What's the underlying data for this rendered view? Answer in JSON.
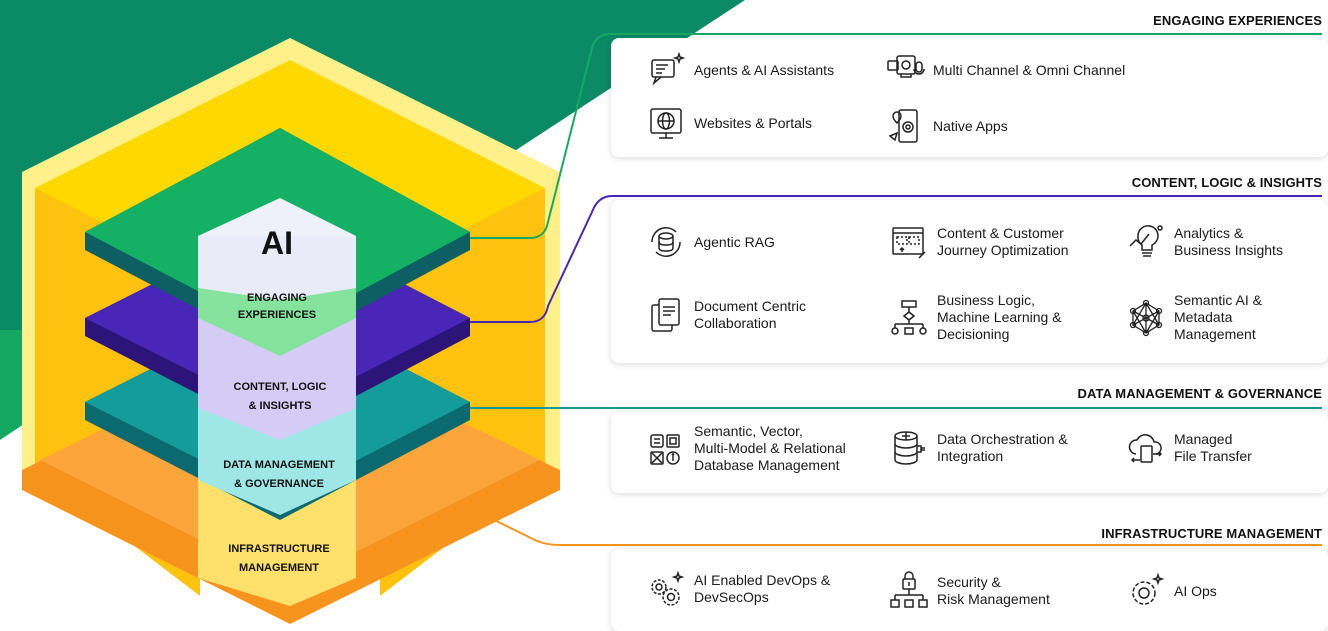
{
  "stack": {
    "top_label": "AI",
    "layers": [
      "ENGAGING\nEXPERIENCES",
      "CONTENT, LOGIC\n& INSIGHTS",
      "DATA MANAGEMENT\n& GOVERNANCE",
      "INFRASTRUCTURE\nMANAGEMENT"
    ]
  },
  "colors": {
    "green": "#17a864",
    "dark_green": "#0f8a6a",
    "purple": "#4a26b8",
    "teal": "#139c9a",
    "orange": "#f7941d",
    "yellow": "#ffd800"
  },
  "sections": [
    {
      "title": "ENGAGING EXPERIENCES",
      "items": [
        {
          "label": "Agents & AI Assistants",
          "icon": "chat-sparkle-icon"
        },
        {
          "label": "Multi Channel & Omni Channel",
          "icon": "omnichannel-icon"
        },
        {
          "label": "Websites & Portals",
          "icon": "globe-monitor-icon"
        },
        {
          "label": "Native Apps",
          "icon": "mobile-app-icon"
        }
      ]
    },
    {
      "title": "CONTENT, LOGIC & INSIGHTS",
      "items": [
        {
          "label": "Agentic RAG",
          "icon": "database-cycle-icon"
        },
        {
          "label": "Content & Customer\nJourney Optimization",
          "icon": "journey-icon"
        },
        {
          "label": "Analytics &\nBusiness Insights",
          "icon": "analytics-bulb-icon"
        },
        {
          "label": "Document Centric\nCollaboration",
          "icon": "documents-icon"
        },
        {
          "label": "Business Logic,\nMachine Learning &\nDecisioning",
          "icon": "flowchart-icon"
        },
        {
          "label": "Semantic AI &\nMetadata\nManagement",
          "icon": "network-icon"
        }
      ]
    },
    {
      "title": "DATA MANAGEMENT & GOVERNANCE",
      "items": [
        {
          "label": "Semantic, Vector,\nMulti-Model & Relational\nDatabase Management",
          "icon": "database-grid-icon"
        },
        {
          "label": "Data Orchestration &\nIntegration",
          "icon": "database-plug-icon"
        },
        {
          "label": "Managed\nFile Transfer",
          "icon": "cloud-transfer-icon"
        }
      ]
    },
    {
      "title": "INFRASTRUCTURE MANAGEMENT",
      "items": [
        {
          "label": "AI Enabled DevOps &\nDevSecOps",
          "icon": "gears-sparkle-icon"
        },
        {
          "label": "Security &\nRisk Management",
          "icon": "lock-hierarchy-icon"
        },
        {
          "label": "AI Ops",
          "icon": "gear-sparkle-icon"
        }
      ]
    }
  ]
}
